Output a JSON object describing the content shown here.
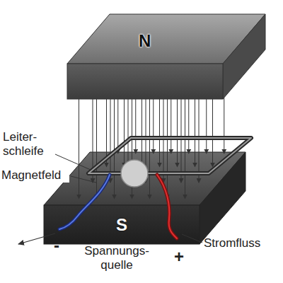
{
  "diagram": {
    "nodes": [
      {
        "text": [
          "N"
        ]
      },
      {
        "text": [
          "S"
        ]
      }
    ],
    "labels": [
      "Leiter- schleife",
      "Magnetfeld",
      "-",
      "Spannungs- quelle",
      "Stromfluss",
      "+"
    ]
  }
}
